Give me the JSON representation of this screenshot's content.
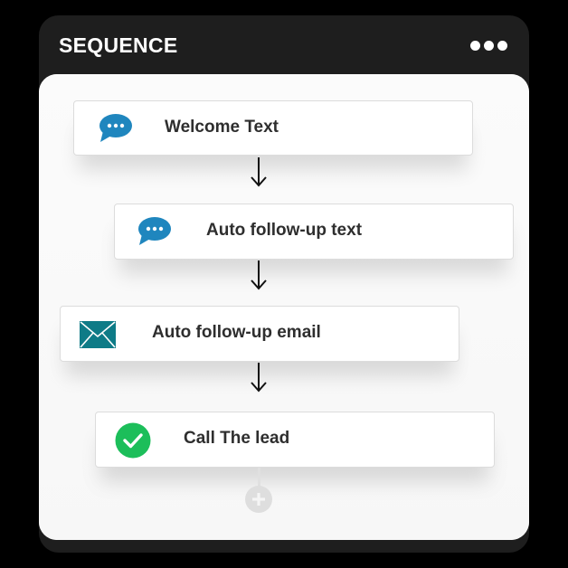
{
  "header": {
    "title": "SEQUENCE",
    "menu_icon": "more-horizontal-icon"
  },
  "steps": [
    {
      "label": "Welcome Text",
      "icon": "chat-bubble-icon",
      "icon_color": "#1f86be"
    },
    {
      "label": "Auto follow-up text",
      "icon": "chat-bubble-icon",
      "icon_color": "#1f86be"
    },
    {
      "label": "Auto follow-up email",
      "icon": "envelope-icon",
      "icon_color": "#0e7b87"
    },
    {
      "label": "Call The lead",
      "icon": "check-circle-icon",
      "icon_color": "#1cbe5a"
    }
  ],
  "connectors": {
    "arrow_icon": "arrow-down-icon",
    "add_icon": "plus-circle-icon"
  },
  "colors": {
    "frame_bg": "#1e1e1e",
    "panel_bg": "#f9f9f9",
    "card_border": "#dcdcdc",
    "text": "#2e2e2e",
    "add_button": "#dedede"
  }
}
